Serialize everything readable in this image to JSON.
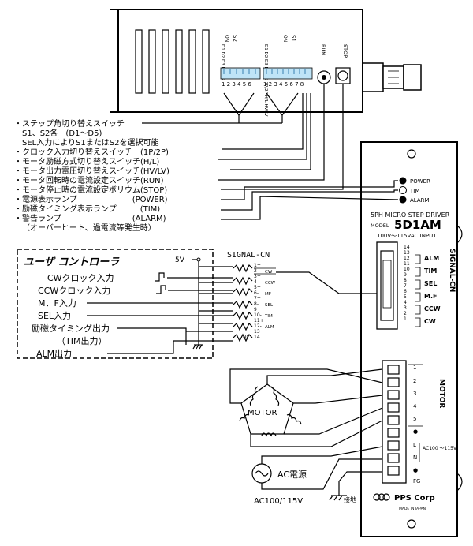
{
  "annotations": [
    {
      "text": "・ステップ角切り替えスイッチ"
    },
    {
      "text": "　S1、S2各　(D1～D5)"
    },
    {
      "text": "　SEL入力によりS1またはS2を選択可能"
    },
    {
      "text": "・クロック入力切り替えスイッチ　(1P/2P)"
    },
    {
      "text": "・モータ励磁方式切り替えスイッチ(H/L)"
    },
    {
      "text": "・モータ出力電圧切り替えスイッチ(HV/LV)"
    },
    {
      "text": "・モータ回転時の電流設定スイッチ(RUN)"
    },
    {
      "text": "・モータ停止時の電流設定ボリウム(STOP)"
    },
    {
      "text": "・電源表示ランプ　　　　　　　(POWER)"
    },
    {
      "text": "・励磁タイミング表示ランプ　　　(TIM)"
    },
    {
      "text": "・警告ランプ　　　　　　　　　(ALARM)"
    },
    {
      "text": "（オーバーヒート、過電流等発生時）"
    }
  ],
  "top_unit": {
    "switch_numbers": "1 2 3 4 5 6",
    "switch_numbers_right": "1 2 3 4 5 6 7 8",
    "s2_label": "S2",
    "s1_label": "S1",
    "s2_d": "D1 D2 D3 D4 D5",
    "s1_d": "D1 D2 D3 D4 D5 1P/2P H/L HV/LV",
    "onoff": "ON",
    "run": "RUN",
    "stop": "STOP"
  },
  "controller": {
    "title": "ユーザ コントローラ",
    "vcc": "5V",
    "rows": [
      {
        "label": "CWクロック入力"
      },
      {
        "label": "CCWクロック入力"
      },
      {
        "label": "M．F入力"
      },
      {
        "label": "SEL入力"
      },
      {
        "label": "励磁タイミング出力"
      },
      {
        "label": "（TIM出力）"
      },
      {
        "label": "ALM出力"
      }
    ]
  },
  "signal_cn": {
    "title": "SIGNAL-CN",
    "pins": [
      "1+",
      "2-",
      "3+",
      "4-",
      "5+",
      "6-",
      "7+",
      "8-",
      "9+",
      "10-",
      "11+",
      "12-",
      "13",
      "14"
    ],
    "pin_labels": [
      "CW",
      "CCW",
      "MF",
      "SEL",
      "TIM",
      "ALM"
    ],
    "nc": "NC"
  },
  "driver": {
    "lamps": [
      "POWER",
      "TIM",
      "ALARM"
    ],
    "model_line": "5PH MICRO STEP DRIVER",
    "model_prefix": "MODEL",
    "model": "5D1AM",
    "input": "100V～115VAC INPUT",
    "connector_label": "SIGNAL-CN",
    "connector_pins": [
      "14",
      "13",
      "12",
      "11",
      "10",
      "9",
      "8",
      "7",
      "6",
      "5",
      "4",
      "3",
      "2",
      "1"
    ],
    "connector_signals": [
      "ALM",
      "TIM",
      "SEL",
      "M.F",
      "CCW",
      "CW"
    ],
    "motor_label": "MOTOR",
    "terminals": [
      "1",
      "2",
      "3",
      "4",
      "5",
      "●",
      "L",
      "N",
      "●",
      "FG"
    ],
    "ac_note": "AC100 ～115V",
    "brand": "PPS Corp",
    "made": "MADE IN JAPAN"
  },
  "motor": {
    "label": "MOTOR"
  },
  "power": {
    "label": "AC電源",
    "voltage": "AC100/115V",
    "ground": "接地"
  }
}
